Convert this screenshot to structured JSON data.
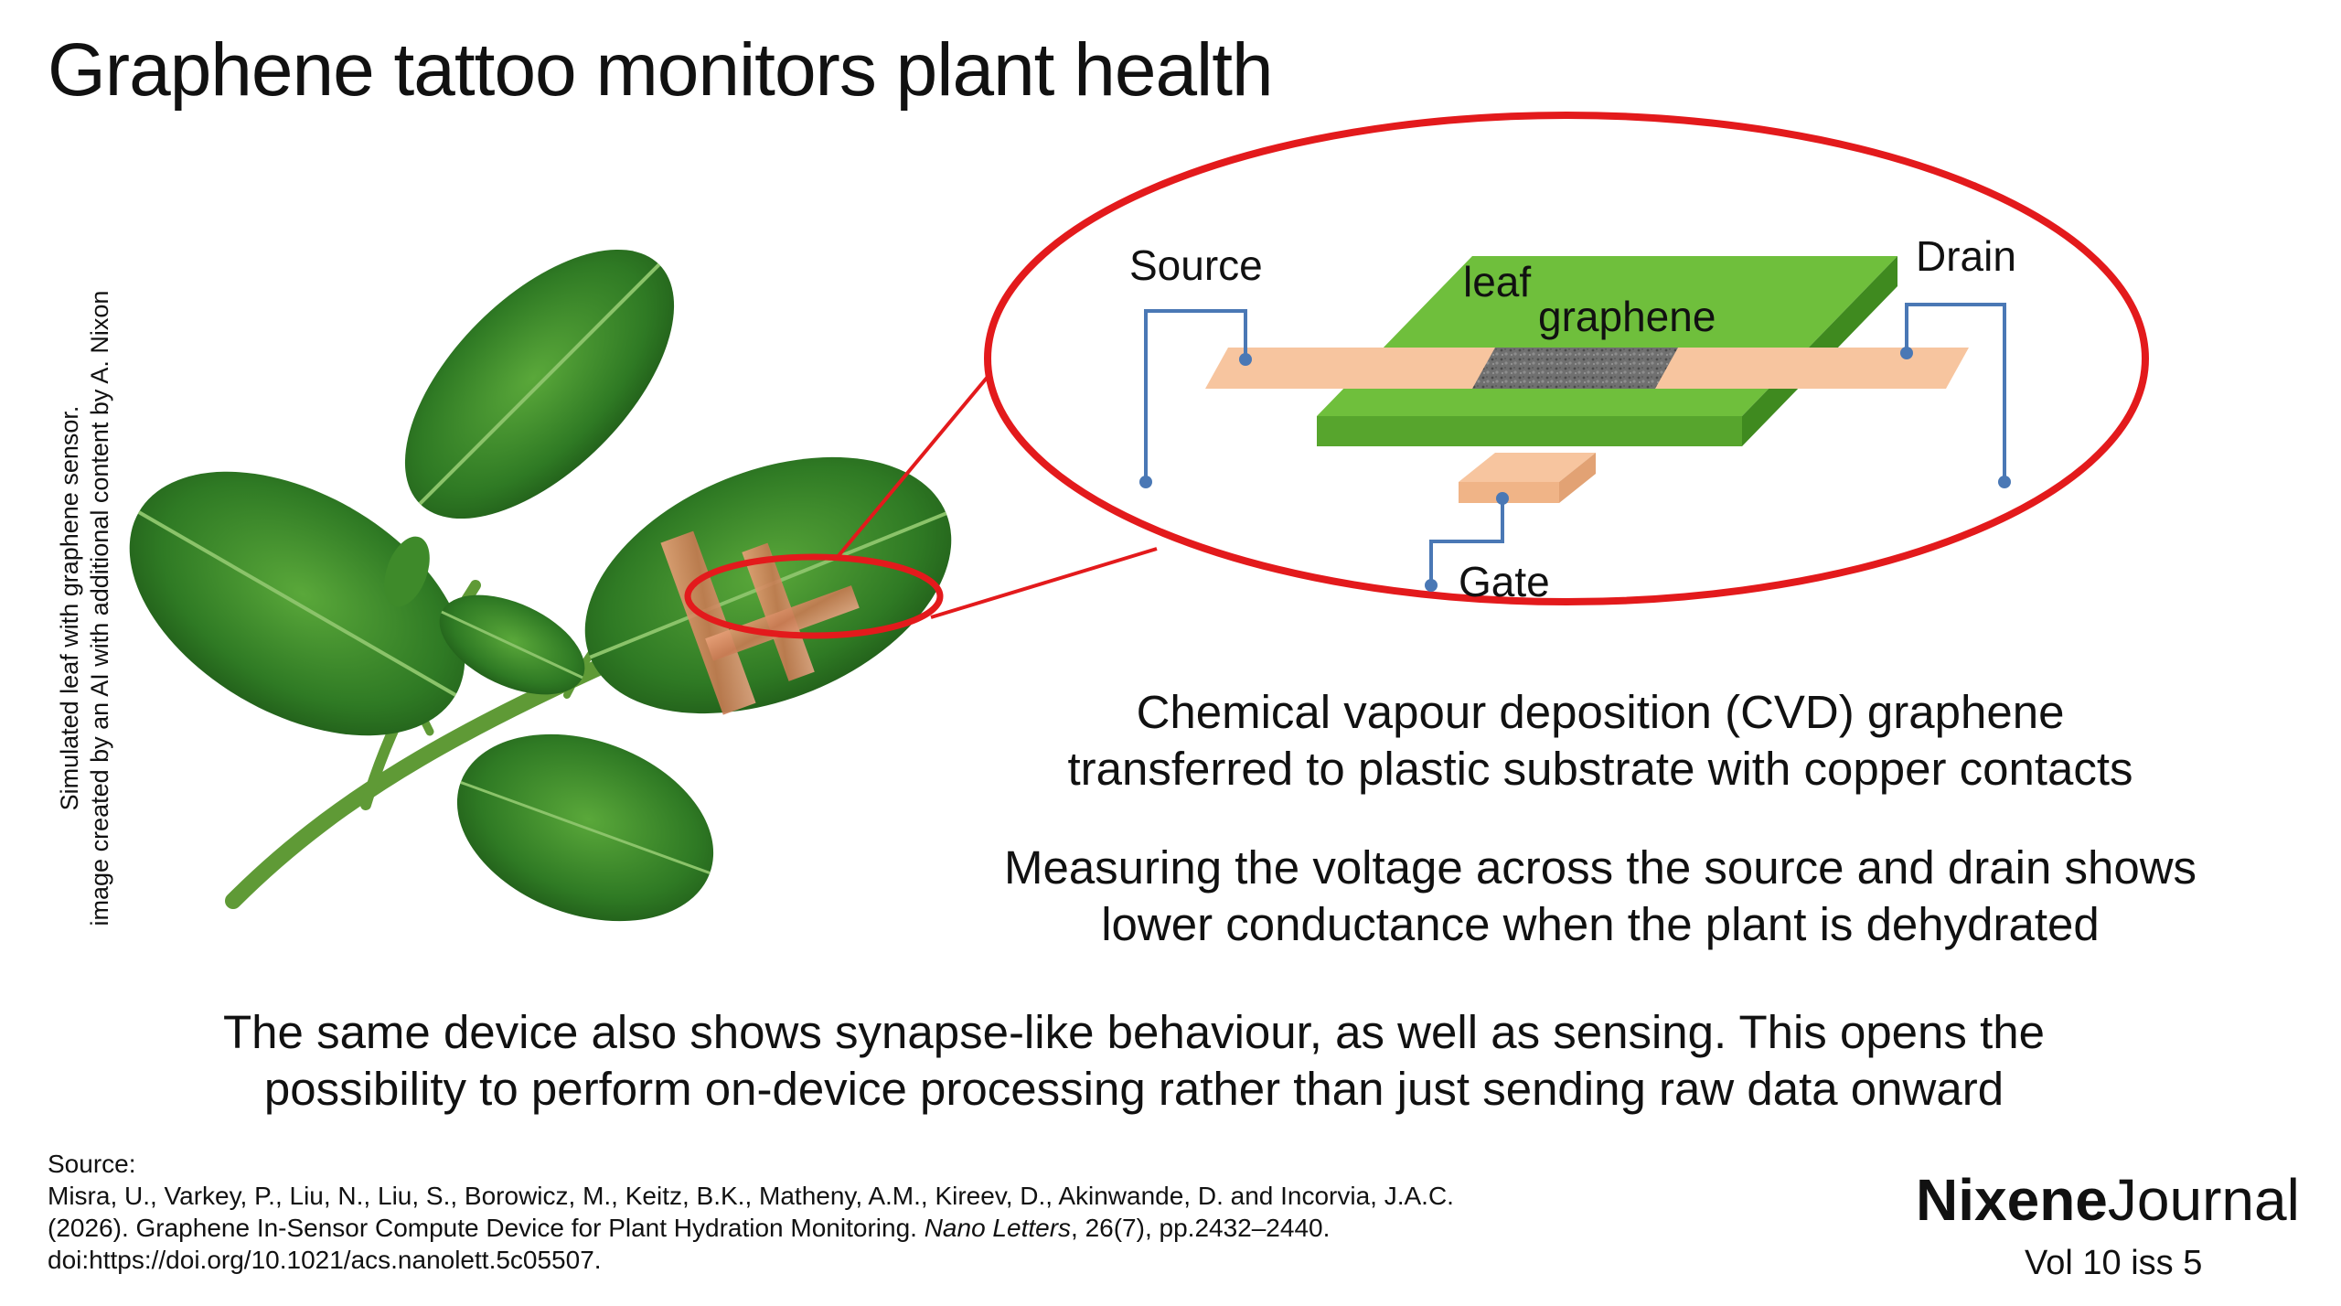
{
  "title": "Graphene tattoo monitors plant health",
  "image_caption": {
    "line1": "Simulated leaf with graphene sensor.",
    "line2": "image created by an AI with additional content by A. Nixon"
  },
  "diagram_labels": {
    "source": "Source",
    "drain": "Drain",
    "gate": "Gate",
    "leaf": "leaf",
    "graphene": "graphene"
  },
  "text_blocks": {
    "cvd_line1": "Chemical vapour deposition (CVD) graphene",
    "cvd_line2": "transferred to plastic substrate with copper contacts",
    "measure_line1": "Measuring the voltage across the source and drain shows",
    "measure_line2": "lower conductance when the plant is dehydrated",
    "synapse_line1": "The same device also shows synapse-like behaviour, as well as sensing.  This opens the",
    "synapse_line2": "possibility to perform on-device processing rather than just sending raw data onward"
  },
  "citation": {
    "label": "Source:",
    "line1": "Misra, U., Varkey, P., Liu, N., Liu, S., Borowicz, M., Keitz, B.K., Matheny, A.M., Kireev, D., Akinwande, D. and Incorvia, J.A.C.",
    "line2_before": "(2026). Graphene In-Sensor Compute Device for Plant Hydration Monitoring. ",
    "journal": "Nano Letters",
    "line2_after": ", 26(7), pp.2432–2440.",
    "line3": "doi:https://doi.org/10.1021/acs.nanolett.5c05507."
  },
  "branding": {
    "brand_bold": "Nixene",
    "brand_regular": "Journal",
    "issue": "Vol 10  iss 5"
  },
  "colors": {
    "highlight_red": "#e31a1c",
    "leaf_green": "#6fbf3c",
    "copper": "#f7c59f",
    "wire_blue": "#4a78b5",
    "graphene_gray": "#6e6e6e"
  }
}
